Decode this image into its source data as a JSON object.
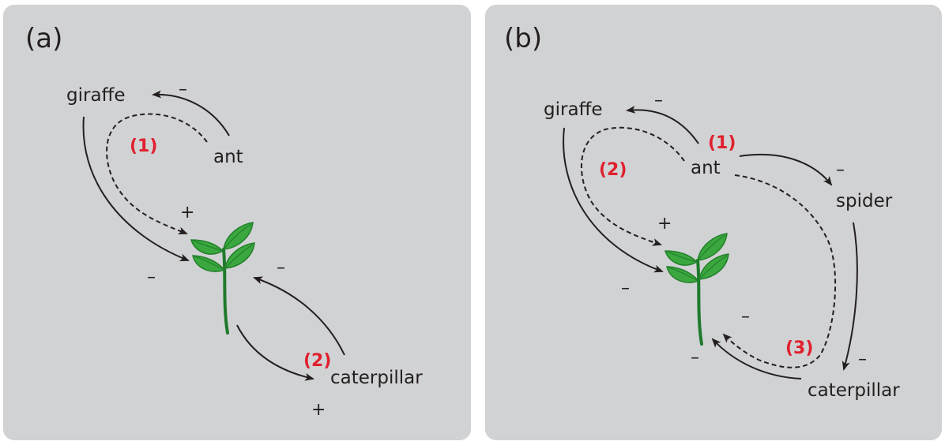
{
  "panels": {
    "a": {
      "tag": "(a)",
      "species": {
        "giraffe": "giraffe",
        "ant": "ant",
        "caterpillar": "caterpillar"
      },
      "signs": {
        "ant_to_giraffe": "–",
        "giraffe_to_plant": "–",
        "indirect_to_plant": "+",
        "caterpillar_to_plant": "–",
        "plant_to_caterpillar": "+"
      },
      "loops": {
        "one": "(1)",
        "two": "(2)"
      }
    },
    "b": {
      "tag": "(b)",
      "species": {
        "giraffe": "giraffe",
        "ant": "ant",
        "spider": "spider",
        "caterpillar": "caterpillar"
      },
      "signs": {
        "ant_to_giraffe": "–",
        "giraffe_to_plant": "–",
        "indirect_to_plant": "+",
        "ant_to_spider": "–",
        "spider_to_caterpillar": "–",
        "caterpillar_to_plant": "–",
        "indirect_caterpillar_plant": "–"
      },
      "loops": {
        "one": "(1)",
        "two": "(2)",
        "three": "(3)"
      }
    }
  },
  "colors": {
    "panel_bg": "#d1d2d4",
    "ink": "#231f20",
    "loop_label": "#e0202e",
    "leaf": "#3aa83e",
    "leaf_dark": "#23802b",
    "stem": "#1f7a2c"
  },
  "icons": {
    "plant": "plant-sprout-icon"
  }
}
